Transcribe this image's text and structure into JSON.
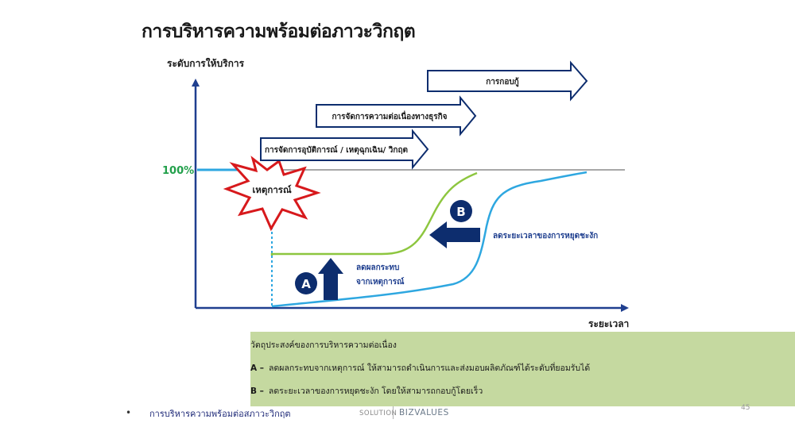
{
  "title": "การบริหารความพร้อมต่อภาวะวิกฤต",
  "diagram": {
    "y_axis_label": "ระดับการให้บริการ",
    "x_axis_label": "ระยะเวลา",
    "hundred_percent_label": "100%",
    "event_label": "เหตุการณ์",
    "arrows": [
      {
        "label": "การจัดการอุบัติการณ์ / เหตุฉุกเฉิน/ วิกฤต"
      },
      {
        "label": "การจัดการความต่อเนื่องทางธุรกิจ"
      },
      {
        "label": "การกอบกู้"
      }
    ],
    "marker_a": "A",
    "marker_b": "B",
    "reduce_impact_line1": "ลดผลกระทบ",
    "reduce_impact_line2": "จากเหตุการณ์",
    "reduce_downtime": "ลดระยะเวลาของการหยุดชะงัก",
    "colors": {
      "axis": "#1f3f8f",
      "green_curve": "#8dc63f",
      "blue_curve": "#2ea7e0",
      "dark_arrow": "#0d2d6e",
      "hundred_pct": "#22a04b",
      "event_burst": "#d7191c"
    }
  },
  "objectives": {
    "heading": "วัตถุประสงค์ของการบริหารความต่อเนื่อง",
    "items": [
      {
        "key": "A –",
        "text": "ลดผลกระทบจากเหตุการณ์  ให้สามารถดำเนินการและส่งมอบผลิตภัณฑ์ได้ระดับที่ยอมรับได้"
      },
      {
        "key": "B –",
        "text": "ลดระยะเวลาของการหยุดชะงัก  โดยให้สามารถกอบกู้โดยเร็ว"
      }
    ]
  },
  "footer": {
    "bullet": "•",
    "text": "การบริหารความพร้อมต่อสภาวะวิกฤต",
    "logo_left": "SOLUTION",
    "logo_right": "BIZVALUES",
    "page_number": "45"
  }
}
